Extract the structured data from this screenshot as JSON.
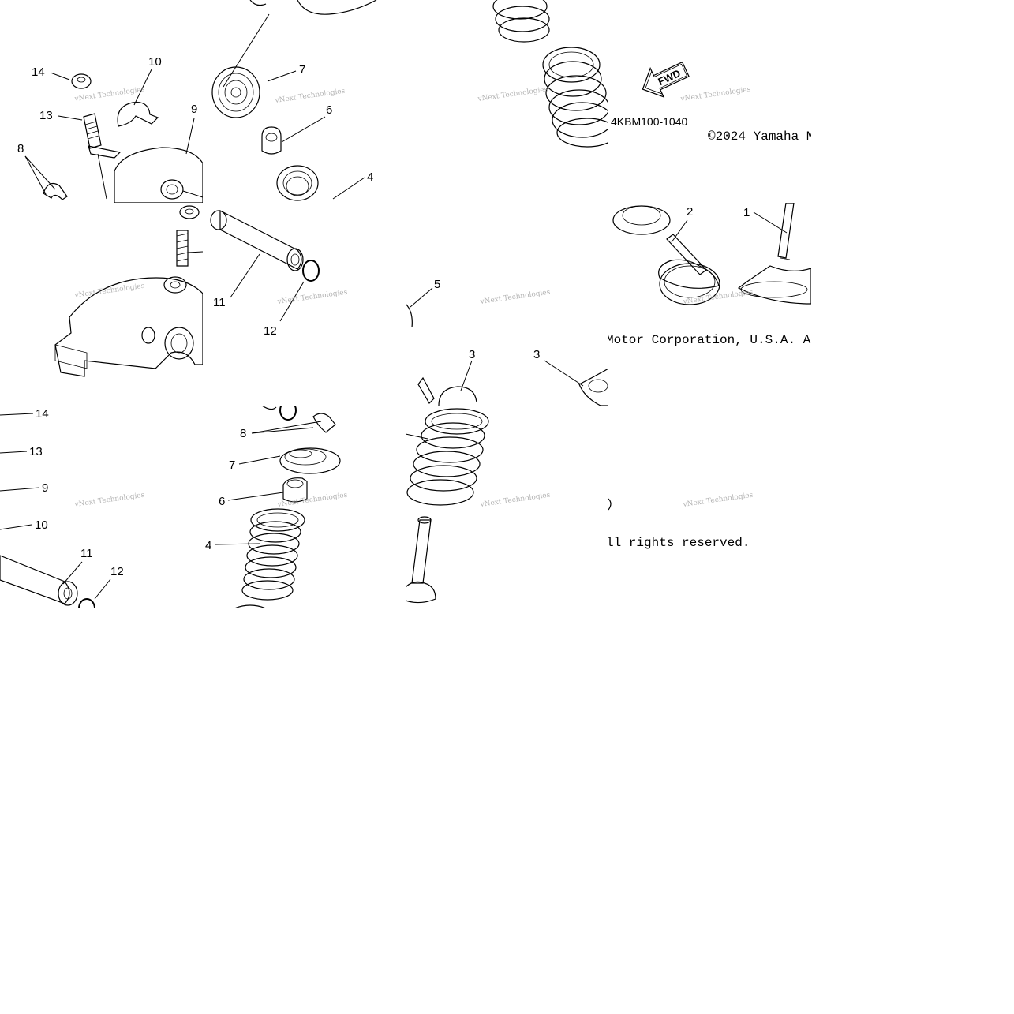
{
  "diagram": {
    "part_code": "4KBM100-1040",
    "copyright_line_1": "©2024 Yamaha M",
    "copyright_line_2": "Motor Corporation, U.S.A. Al",
    "copyright_line_3": "ll rights reserved.",
    "fwd_arrow_label": "FWD",
    "watermark_text": "vNext Technologies",
    "callouts_top_left": [
      "14",
      "10",
      "13",
      "9",
      "8"
    ],
    "callouts_top_mid": [
      "7",
      "6",
      "4"
    ],
    "callouts_mid_left": [
      "11",
      "12"
    ],
    "callouts_mid_right": [
      "5",
      "2",
      "1"
    ],
    "callouts_mid_center": [
      "5",
      "3",
      "3"
    ],
    "callouts_bottom_left": [
      "14",
      "13",
      "9",
      "10",
      "11",
      "12"
    ],
    "callouts_bottom_mid": [
      "8",
      "7",
      "6",
      "4"
    ]
  }
}
